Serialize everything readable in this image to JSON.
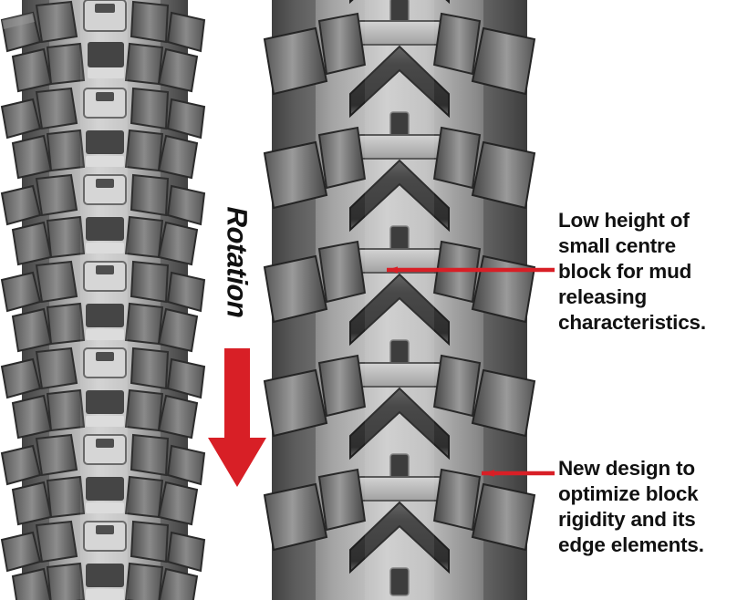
{
  "figure": {
    "background_color": "#ffffff",
    "accent_color": "#d81f26",
    "text_color": "#111111"
  },
  "rotation": {
    "label": "Rotation",
    "arrow_icon": "down-arrow-icon",
    "arrow_color": "#d81f26",
    "direction": "down"
  },
  "tires": [
    {
      "id": "front-tire",
      "name": "front-tire-tread",
      "type": "knobby-front-motocross-tire",
      "position": "left"
    },
    {
      "id": "rear-tire",
      "name": "rear-tire-tread",
      "type": "knobby-rear-motocross-tire",
      "position": "right"
    }
  ],
  "callouts": [
    {
      "id": "center-block",
      "leader_color": "#d81f26",
      "lines": [
        "Low height of",
        "small centre",
        "block for mud",
        "releasing",
        "characteristics."
      ]
    },
    {
      "id": "edge-block",
      "leader_color": "#d81f26",
      "lines": [
        "New design to",
        "optimize block",
        "rigidity and its",
        "edge elements."
      ]
    }
  ]
}
